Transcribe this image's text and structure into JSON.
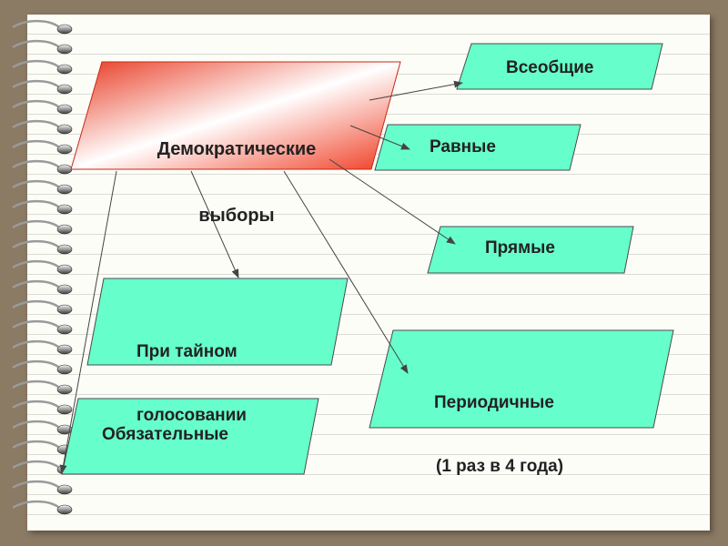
{
  "diagram": {
    "center": {
      "label_line1": "Демократические",
      "label_line2": "выборы"
    },
    "nodes": {
      "universal": "Всеобщие",
      "equal": "Равные",
      "direct": "Прямые",
      "secret": {
        "line1": "При тайном",
        "line2": "голосовании"
      },
      "periodic": {
        "line1": "Периодичные",
        "line2": "(1 раз в 4 года)"
      },
      "mandatory": "Обязательные"
    }
  },
  "colors": {
    "center_gradient_start": "#ee4128",
    "center_gradient_mid": "#ffffff",
    "node_fill": "#66ffcc",
    "node_border": "#4a4a4a",
    "background": "#8b7a64",
    "paper": "#fdfdf8"
  }
}
